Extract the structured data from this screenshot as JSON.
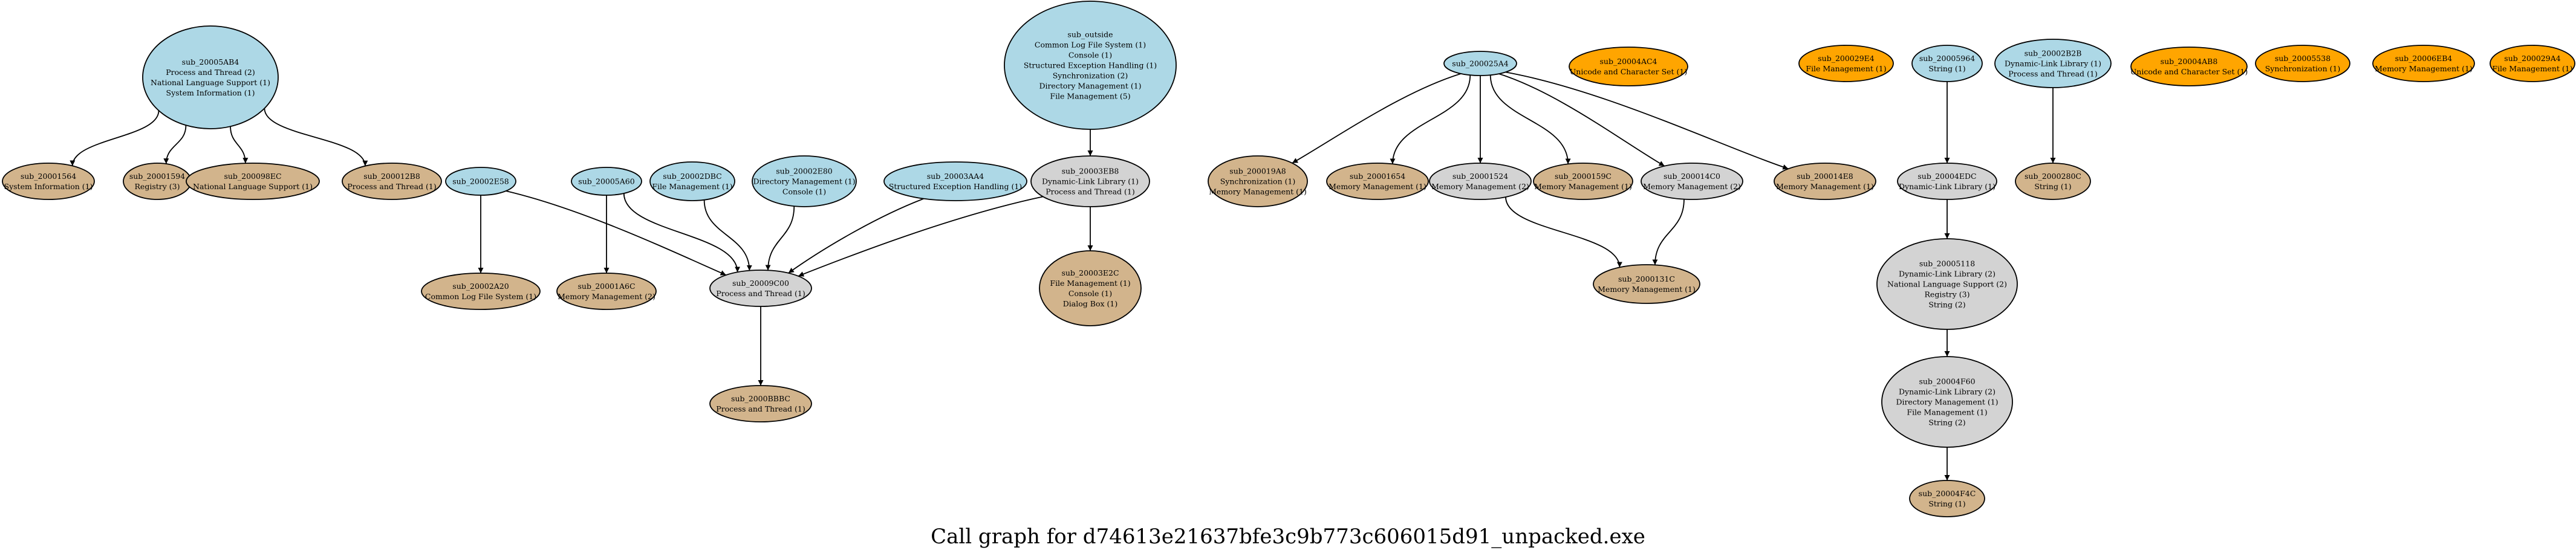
{
  "title": "Call graph for d74613e21637bfe3c9b773c606015d91_unpacked.exe",
  "colors": {
    "root": "#add8e6",
    "intermediate": "#d3d3d3",
    "leaf": "#d2b48c",
    "isolated": "#ffa500"
  },
  "nodes": [
    {
      "id": "n_5ab4",
      "kind": "root",
      "lines": [
        "sub_20005AB4",
        "Process and Thread (2)",
        "National Language Support (1)",
        "System Information (1)"
      ]
    },
    {
      "id": "n_1564",
      "kind": "leaf",
      "lines": [
        "sub_20001564",
        "System Information (1)"
      ]
    },
    {
      "id": "n_1594",
      "kind": "leaf",
      "lines": [
        "sub_20001594",
        "Registry (3)"
      ]
    },
    {
      "id": "n_98ec",
      "kind": "leaf",
      "lines": [
        "sub_200098EC",
        "National Language Support (1)"
      ]
    },
    {
      "id": "n_12b8",
      "kind": "leaf",
      "lines": [
        "sub_200012B8",
        "Process and Thread (1)"
      ]
    },
    {
      "id": "n_2e58",
      "kind": "root",
      "lines": [
        "sub_20002E58"
      ]
    },
    {
      "id": "n_2a20",
      "kind": "leaf",
      "lines": [
        "sub_20002A20",
        "Common Log File System (1)"
      ]
    },
    {
      "id": "n_5a60",
      "kind": "root",
      "lines": [
        "sub_20005A60"
      ]
    },
    {
      "id": "n_1a6c",
      "kind": "leaf",
      "lines": [
        "sub_20001A6C",
        "Memory Management (2)"
      ]
    },
    {
      "id": "n_2dbc",
      "kind": "root",
      "lines": [
        "sub_20002DBC",
        "File Management (1)"
      ]
    },
    {
      "id": "n_2e80",
      "kind": "root",
      "lines": [
        "sub_20002E80",
        "Directory Management (1)",
        "Console (1)"
      ]
    },
    {
      "id": "n_3aa4",
      "kind": "root",
      "lines": [
        "sub_20003AA4",
        "Structured Exception Handling (1)"
      ]
    },
    {
      "id": "n_9c00",
      "kind": "intermediate",
      "lines": [
        "sub_20009C00",
        "Process and Thread (1)"
      ]
    },
    {
      "id": "n_bbbc",
      "kind": "leaf",
      "lines": [
        "sub_2000BBBC",
        "Process and Thread (1)"
      ]
    },
    {
      "id": "n_outside",
      "kind": "root",
      "lines": [
        "sub_outside",
        "Common Log File System (1)",
        "Console (1)",
        "Structured Exception Handling (1)",
        "Synchronization (2)",
        "Directory Management (1)",
        "File Management (5)"
      ]
    },
    {
      "id": "n_3eb8",
      "kind": "intermediate",
      "lines": [
        "sub_20003EB8",
        "Dynamic-Link Library (1)",
        "Process and Thread (1)"
      ]
    },
    {
      "id": "n_3e2c",
      "kind": "leaf",
      "lines": [
        "sub_20003E2C",
        "File Management (1)",
        "Console (1)",
        "Dialog Box (1)"
      ]
    },
    {
      "id": "n_25a4",
      "kind": "root",
      "lines": [
        "sub_200025A4"
      ]
    },
    {
      "id": "n_19a8",
      "kind": "leaf",
      "lines": [
        "sub_200019A8",
        "Synchronization (1)",
        "Memory Management (1)"
      ]
    },
    {
      "id": "n_1654",
      "kind": "leaf",
      "lines": [
        "sub_20001654",
        "Memory Management (1)"
      ]
    },
    {
      "id": "n_1524",
      "kind": "intermediate",
      "lines": [
        "sub_20001524",
        "Memory Management (2)"
      ]
    },
    {
      "id": "n_159c",
      "kind": "leaf",
      "lines": [
        "sub_2000159C",
        "Memory Management (1)"
      ]
    },
    {
      "id": "n_14c0",
      "kind": "intermediate",
      "lines": [
        "sub_200014C0",
        "Memory Management (2)"
      ]
    },
    {
      "id": "n_14e8",
      "kind": "leaf",
      "lines": [
        "sub_200014E8",
        "Memory Management (1)"
      ]
    },
    {
      "id": "n_131c",
      "kind": "leaf",
      "lines": [
        "sub_2000131C",
        "Memory Management (1)"
      ]
    },
    {
      "id": "n_4ac4",
      "kind": "isolated",
      "lines": [
        "sub_20004AC4",
        "Unicode and Character Set (1)"
      ]
    },
    {
      "id": "n_29e4",
      "kind": "isolated",
      "lines": [
        "sub_200029E4",
        "File Management (1)"
      ]
    },
    {
      "id": "n_5964",
      "kind": "root",
      "lines": [
        "sub_20005964",
        "String (1)"
      ]
    },
    {
      "id": "n_4edc",
      "kind": "intermediate",
      "lines": [
        "sub_20004EDC",
        "Dynamic-Link Library (1)"
      ]
    },
    {
      "id": "n_5118",
      "kind": "intermediate",
      "lines": [
        "sub_20005118",
        "Dynamic-Link Library (2)",
        "National Language Support (2)",
        "Registry (3)",
        "String (2)"
      ]
    },
    {
      "id": "n_4f60",
      "kind": "intermediate",
      "lines": [
        "sub_20004F60",
        "Dynamic-Link Library (2)",
        "Directory Management (1)",
        "File Management (1)",
        "String (2)"
      ]
    },
    {
      "id": "n_4f4c",
      "kind": "leaf",
      "lines": [
        "sub_20004F4C",
        "String (1)"
      ]
    },
    {
      "id": "n_2b2b",
      "kind": "root",
      "lines": [
        "sub_20002B2B",
        "Dynamic-Link Library (1)",
        "Process and Thread (1)"
      ]
    },
    {
      "id": "n_280c",
      "kind": "leaf",
      "lines": [
        "sub_2000280C",
        "String (1)"
      ]
    },
    {
      "id": "n_4ab8",
      "kind": "isolated",
      "lines": [
        "sub_20004AB8",
        "Unicode and Character Set (1)"
      ]
    },
    {
      "id": "n_5538",
      "kind": "isolated",
      "lines": [
        "sub_20005538",
        "Synchronization (1)"
      ]
    },
    {
      "id": "n_6eb4",
      "kind": "isolated",
      "lines": [
        "sub_20006EB4",
        "Memory Management (1)"
      ]
    },
    {
      "id": "n_29a4",
      "kind": "isolated",
      "lines": [
        "sub_200029A4",
        "File Management (1)"
      ]
    }
  ],
  "edges": [
    {
      "from": "n_5ab4",
      "to": "n_1564"
    },
    {
      "from": "n_5ab4",
      "to": "n_1594"
    },
    {
      "from": "n_5ab4",
      "to": "n_98ec"
    },
    {
      "from": "n_5ab4",
      "to": "n_12b8"
    },
    {
      "from": "n_2e58",
      "to": "n_2a20"
    },
    {
      "from": "n_2e58",
      "to": "n_9c00"
    },
    {
      "from": "n_5a60",
      "to": "n_1a6c"
    },
    {
      "from": "n_5a60",
      "to": "n_9c00"
    },
    {
      "from": "n_2dbc",
      "to": "n_9c00"
    },
    {
      "from": "n_2e80",
      "to": "n_9c00"
    },
    {
      "from": "n_3aa4",
      "to": "n_9c00"
    },
    {
      "from": "n_3eb8",
      "to": "n_9c00"
    },
    {
      "from": "n_9c00",
      "to": "n_bbbc"
    },
    {
      "from": "n_outside",
      "to": "n_3eb8"
    },
    {
      "from": "n_3eb8",
      "to": "n_3e2c"
    },
    {
      "from": "n_25a4",
      "to": "n_19a8"
    },
    {
      "from": "n_25a4",
      "to": "n_1654"
    },
    {
      "from": "n_25a4",
      "to": "n_1524"
    },
    {
      "from": "n_25a4",
      "to": "n_159c"
    },
    {
      "from": "n_25a4",
      "to": "n_14c0"
    },
    {
      "from": "n_25a4",
      "to": "n_14e8"
    },
    {
      "from": "n_1524",
      "to": "n_131c"
    },
    {
      "from": "n_14c0",
      "to": "n_131c"
    },
    {
      "from": "n_5964",
      "to": "n_4edc"
    },
    {
      "from": "n_4edc",
      "to": "n_5118"
    },
    {
      "from": "n_5118",
      "to": "n_4f60"
    },
    {
      "from": "n_4f60",
      "to": "n_4f4c"
    },
    {
      "from": "n_2b2b",
      "to": "n_280c"
    }
  ]
}
